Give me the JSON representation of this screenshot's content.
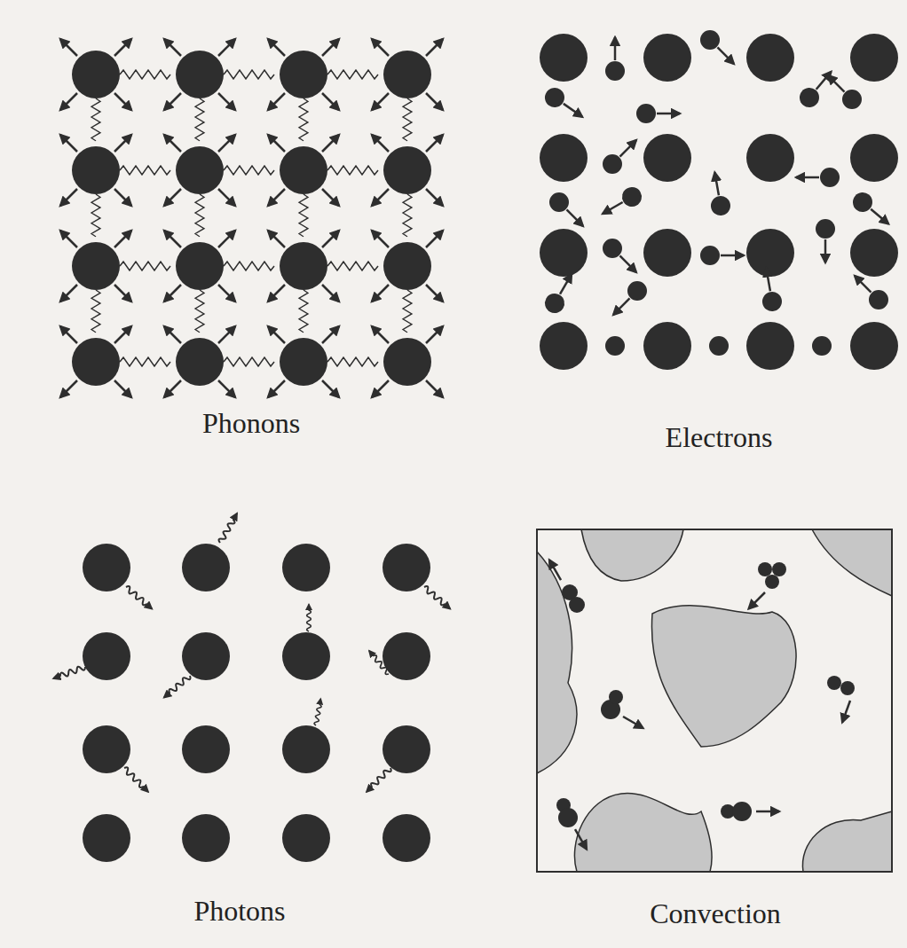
{
  "diagram": {
    "labels": [
      "Phonons",
      "Electrons",
      "Photons",
      "Convection"
    ]
  }
}
